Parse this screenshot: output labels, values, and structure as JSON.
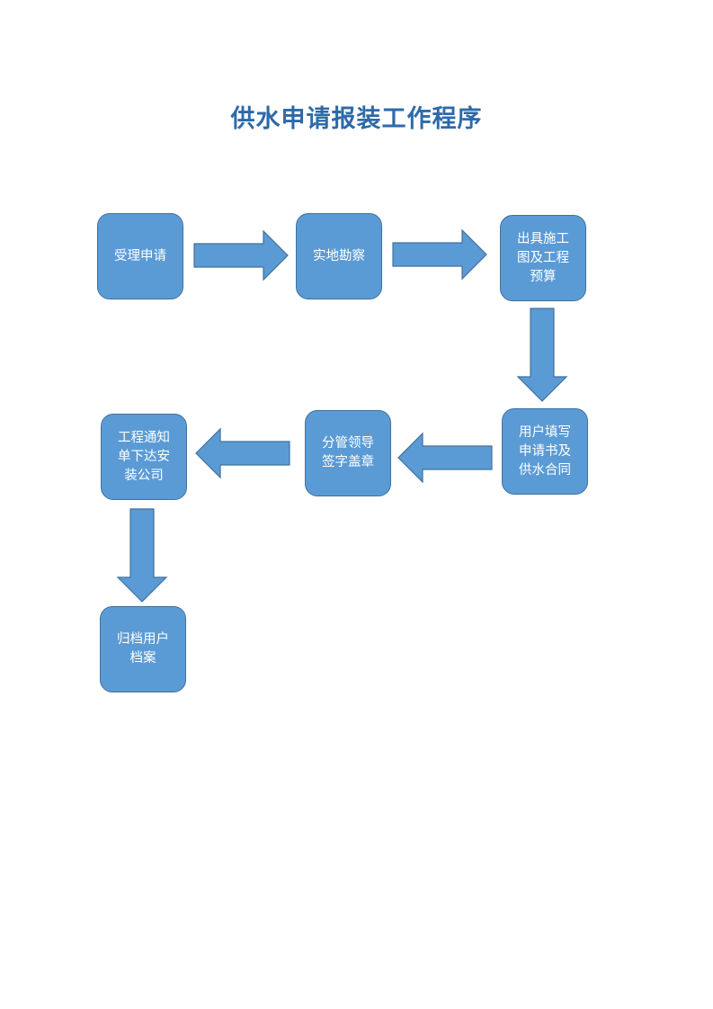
{
  "title": "供水申请报装工作程序",
  "colors": {
    "title": "#2E6AA8",
    "box_fill": "#5B9BD5",
    "box_border": "#41719C"
  },
  "steps": [
    {
      "id": "s1",
      "label": "受理申请"
    },
    {
      "id": "s2",
      "label": "实地勘察"
    },
    {
      "id": "s3",
      "label": "出具施工图及工程预算"
    },
    {
      "id": "s4",
      "label": "用户填写申请书及供水合同"
    },
    {
      "id": "s5",
      "label": "分管领导签字盖章"
    },
    {
      "id": "s6",
      "label": "工程通知单下达安装公司"
    },
    {
      "id": "s7",
      "label": "归档用户档案"
    }
  ],
  "connections": [
    {
      "from": "s1",
      "to": "s2"
    },
    {
      "from": "s2",
      "to": "s3"
    },
    {
      "from": "s3",
      "to": "s4"
    },
    {
      "from": "s4",
      "to": "s5"
    },
    {
      "from": "s5",
      "to": "s6"
    },
    {
      "from": "s6",
      "to": "s7"
    }
  ]
}
